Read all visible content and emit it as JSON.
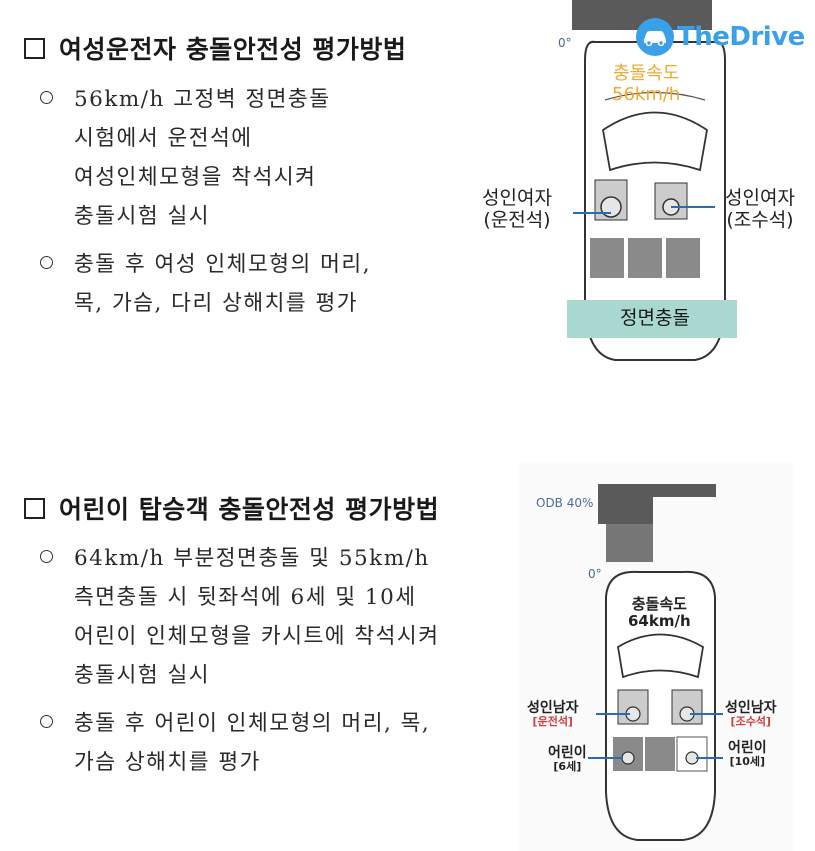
{
  "section1": {
    "title": "여성운전자 충돌안전성 평가방법",
    "bullets": [
      [
        "56km/h 고정벽 정면충돌",
        "시험에서 운전석에",
        "여성인체모형을 착석시켜",
        "충돌시험 실시"
      ],
      [
        "충돌 후 여성 인체모형의 머리,",
        "목, 가슴, 다리 상해치를 평가"
      ]
    ],
    "diagram": {
      "angle": "0°",
      "speed_label": "충돌속도",
      "speed_value": "56km/h",
      "left_label_1": "성인여자",
      "left_label_2": "(운전석)",
      "right_label_1": "성인여자",
      "right_label_2": "(조수석)",
      "barrier_label": "정면충돌"
    }
  },
  "section2": {
    "title": "어린이 탑승객 충돌안전성 평가방법",
    "bullets": [
      [
        "64km/h 부분정면충돌 및 55km/h",
        "측면충돌 시 뒷좌석에 6세 및 10세",
        "어린이 인체모형을 카시트에 착석시켜",
        "충돌시험 실시"
      ],
      [
        "충돌 후 어린이 인체모형의 머리, 목,",
        "가슴 상해치를 평가"
      ]
    ],
    "diagram": {
      "odb_label": "ODB 40%",
      "angle": "0°",
      "speed_label": "충돌속도",
      "speed_value": "64km/h",
      "left_label_1": "성인남자",
      "left_label_2": "[운전석]",
      "right_label_1": "성인남자",
      "right_label_2": "[조수석]",
      "child_left_1": "어린이",
      "child_left_2": "[6세]",
      "child_right_1": "어린이",
      "child_right_2": "[10세]"
    }
  },
  "watermark": {
    "text": "TheDrive",
    "icon": "car-icon"
  },
  "colors": {
    "accent_orange": "#f0a830",
    "barrier_teal": "#a8d8d0",
    "logo_blue": "#3aa0e8",
    "label_red": "#d23c3c",
    "line_blue": "#2a6cb0"
  }
}
